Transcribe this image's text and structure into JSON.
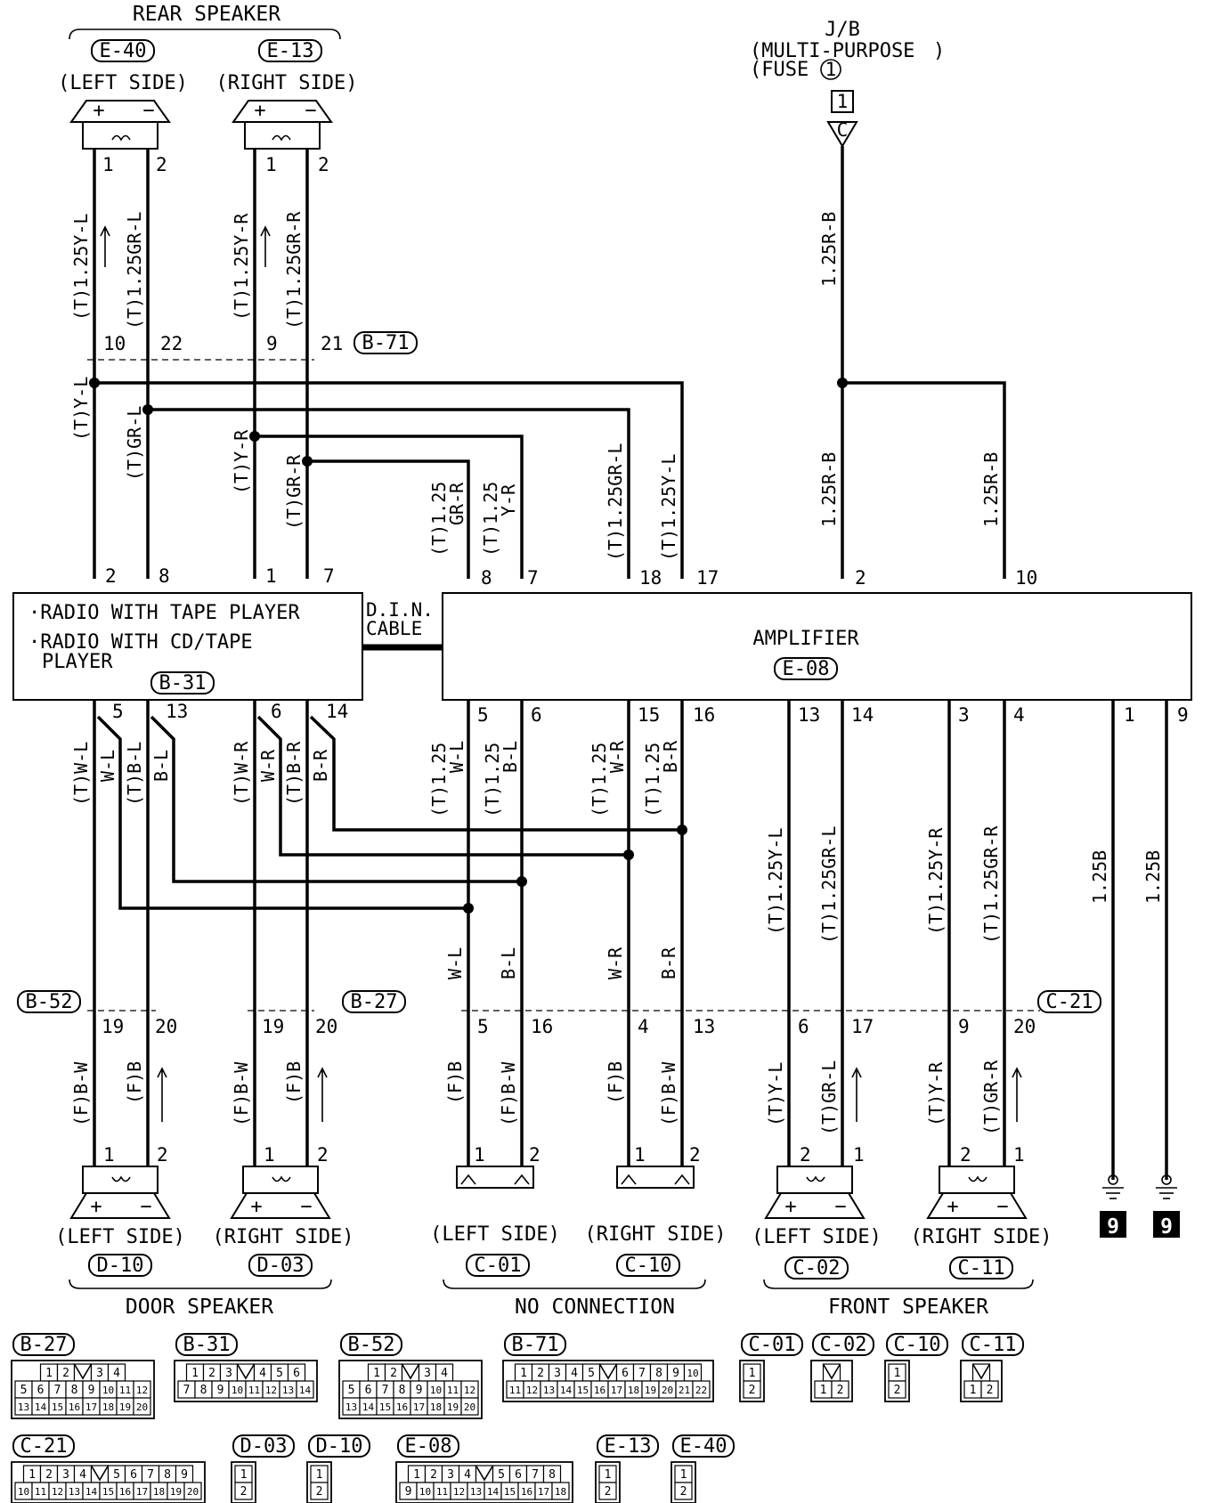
{
  "groups": {
    "rear_speaker": "REAR SPEAKER",
    "door_speaker": "DOOR SPEAKER",
    "no_connection": "NO CONNECTION",
    "front_speaker": "FRONT SPEAKER"
  },
  "junction_block": {
    "title": "J/B",
    "name_line1": "(MULTI-PURPOSE",
    "name_line2": "(FUSE",
    "fuse_no": "1",
    "terminal_box": "1",
    "connector": "C",
    "wire_upper": "1.25R-B",
    "wire_left": "1.25R-B",
    "wire_right": "1.25R-B"
  },
  "rear_speakers": [
    {
      "code": "E-40",
      "side": "(LEFT SIDE)",
      "pin_a": "1",
      "pin_b": "2",
      "wire_a": "(T)1.25Y-L",
      "wire_b": "(T)1.25GR-L",
      "conn_a": "10",
      "conn_b": "22"
    },
    {
      "code": "E-13",
      "side": "(RIGHT SIDE)",
      "pin_a": "1",
      "pin_b": "2",
      "wire_a": "(T)1.25Y-R",
      "wire_b": "(T)1.25GR-R",
      "conn_a": "9",
      "conn_b": "21"
    }
  ],
  "rear_connector": "B-71",
  "radio_wires": [
    "(T)Y-L",
    "(T)GR-L",
    "(T)Y-R",
    "(T)GR-R"
  ],
  "amp_input_wires": [
    "(T)1.25",
    "GR-R",
    "(T)1.25",
    "Y-R",
    "(T)1.25GR-L",
    "(T)1.25Y-L"
  ],
  "radio": {
    "line1": "·RADIO WITH TAPE PLAYER",
    "line2": "·RADIO WITH CD/TAPE",
    "line3": "PLAYER",
    "code": "B-31",
    "top_pins": [
      "2",
      "8",
      "1",
      "7"
    ],
    "bottom_pins": [
      "5",
      "13",
      "6",
      "14"
    ]
  },
  "din_cable": [
    "D.I.N.",
    "CABLE"
  ],
  "amplifier": {
    "name": "AMPLIFIER",
    "code": "E-08",
    "top_pins": [
      "8",
      "7",
      "18",
      "17",
      "2",
      "10"
    ],
    "bottom_pins": [
      "5",
      "6",
      "15",
      "16",
      "13",
      "14",
      "3",
      "4",
      "1",
      "9"
    ]
  },
  "lower_wires": {
    "radio_out": [
      "(T)W-L",
      "W-L",
      "(T)B-L",
      "B-L",
      "(T)W-R",
      "W-R",
      "(T)B-R",
      "B-R"
    ],
    "amp_mid": [
      "(T)1.25",
      "W-L",
      "(T)1.25",
      "B-L",
      "(T)1.25",
      "W-R",
      "(T)1.25",
      "B-R"
    ],
    "amp_mid_lower": [
      "W-L",
      "B-L",
      "W-R",
      "B-R"
    ],
    "front": [
      "(T)1.25Y-L",
      "(T)1.25GR-L",
      "(T)1.25Y-R",
      "(T)1.25GR-R"
    ],
    "ground": [
      "1.25B",
      "1.25B"
    ]
  },
  "connectors": {
    "b52": {
      "code": "B-52",
      "pins": [
        "19",
        "20"
      ]
    },
    "b27": {
      "code": "B-27",
      "pins": [
        "19",
        "20"
      ]
    },
    "c21": {
      "code": "C-21",
      "pins": [
        "5",
        "16",
        "4",
        "13",
        "6",
        "17",
        "9",
        "20"
      ]
    }
  },
  "below_conn_wires": [
    "(F)B-W",
    "(F)B",
    "(F)B-W",
    "(F)B",
    "(F)B",
    "(F)B-W",
    "(F)B",
    "(F)B-W",
    "(T)Y-L",
    "(T)GR-L",
    "(T)Y-R",
    "(T)GR-R"
  ],
  "bottom_devices": [
    {
      "side": "(LEFT SIDE)",
      "code": "D-10",
      "p1": "1",
      "p2": "2"
    },
    {
      "side": "(RIGHT SIDE)",
      "code": "D-03",
      "p1": "1",
      "p2": "2"
    },
    {
      "side": "(LEFT SIDE)",
      "code": "C-01",
      "p1": "1",
      "p2": "2"
    },
    {
      "side": "(RIGHT SIDE)",
      "code": "C-10",
      "p1": "1",
      "p2": "2"
    },
    {
      "side": "(LEFT SIDE)",
      "code": "C-02",
      "p1": "2",
      "p2": "1"
    },
    {
      "side": "(RIGHT SIDE)",
      "code": "C-11",
      "p1": "2",
      "p2": "1"
    }
  ],
  "ground_mark": "9",
  "connector_faces": [
    {
      "code": "B-27",
      "rows": [
        [
          "1",
          "2",
          "",
          "3",
          "4"
        ],
        [
          "5",
          "6",
          "7",
          "8",
          "9",
          "10",
          "11",
          "12"
        ],
        [
          "13",
          "14",
          "15",
          "16",
          "17",
          "18",
          "19",
          "20"
        ]
      ]
    },
    {
      "code": "B-31",
      "rows": [
        [
          "1",
          "2",
          "3",
          "",
          "4",
          "5",
          "6"
        ],
        [
          "7",
          "8",
          "9",
          "10",
          "11",
          "12",
          "13",
          "14"
        ]
      ]
    },
    {
      "code": "B-52",
      "rows": [
        [
          "1",
          "2",
          "",
          "3",
          "4"
        ],
        [
          "5",
          "6",
          "7",
          "8",
          "9",
          "10",
          "11",
          "12"
        ],
        [
          "13",
          "14",
          "15",
          "16",
          "17",
          "18",
          "19",
          "20"
        ]
      ]
    },
    {
      "code": "B-71",
      "rows": [
        [
          "1",
          "2",
          "3",
          "4",
          "5",
          "",
          "6",
          "7",
          "8",
          "9",
          "10"
        ],
        [
          "11",
          "12",
          "13",
          "14",
          "15",
          "16",
          "17",
          "18",
          "19",
          "20",
          "21",
          "22"
        ]
      ]
    },
    {
      "code": "C-01",
      "rows": [
        [
          "1"
        ],
        [
          "2"
        ]
      ]
    },
    {
      "code": "C-02",
      "rows": [
        [
          ""
        ],
        [
          "1",
          "2"
        ]
      ]
    },
    {
      "code": "C-10",
      "rows": [
        [
          "1"
        ],
        [
          "2"
        ]
      ]
    },
    {
      "code": "C-11",
      "rows": [
        [
          ""
        ],
        [
          "1",
          "2"
        ]
      ]
    },
    {
      "code": "C-21",
      "rows": [
        [
          "1",
          "2",
          "3",
          "4",
          "",
          "5",
          "6",
          "7",
          "8",
          "9"
        ],
        [
          "10",
          "11",
          "12",
          "13",
          "14",
          "15",
          "16",
          "17",
          "18",
          "19",
          "20"
        ]
      ]
    },
    {
      "code": "D-03",
      "rows": [
        [
          "1"
        ],
        [
          "2"
        ]
      ]
    },
    {
      "code": "D-10",
      "rows": [
        [
          "1"
        ],
        [
          "2"
        ]
      ]
    },
    {
      "code": "E-08",
      "rows": [
        [
          "1",
          "2",
          "3",
          "4",
          "",
          "5",
          "6",
          "7",
          "8"
        ],
        [
          "9",
          "10",
          "11",
          "12",
          "13",
          "14",
          "15",
          "16",
          "17",
          "18"
        ]
      ]
    },
    {
      "code": "E-13",
      "rows": [
        [
          "1"
        ],
        [
          "2"
        ]
      ]
    },
    {
      "code": "E-40",
      "rows": [
        [
          "1"
        ],
        [
          "2"
        ]
      ]
    }
  ]
}
